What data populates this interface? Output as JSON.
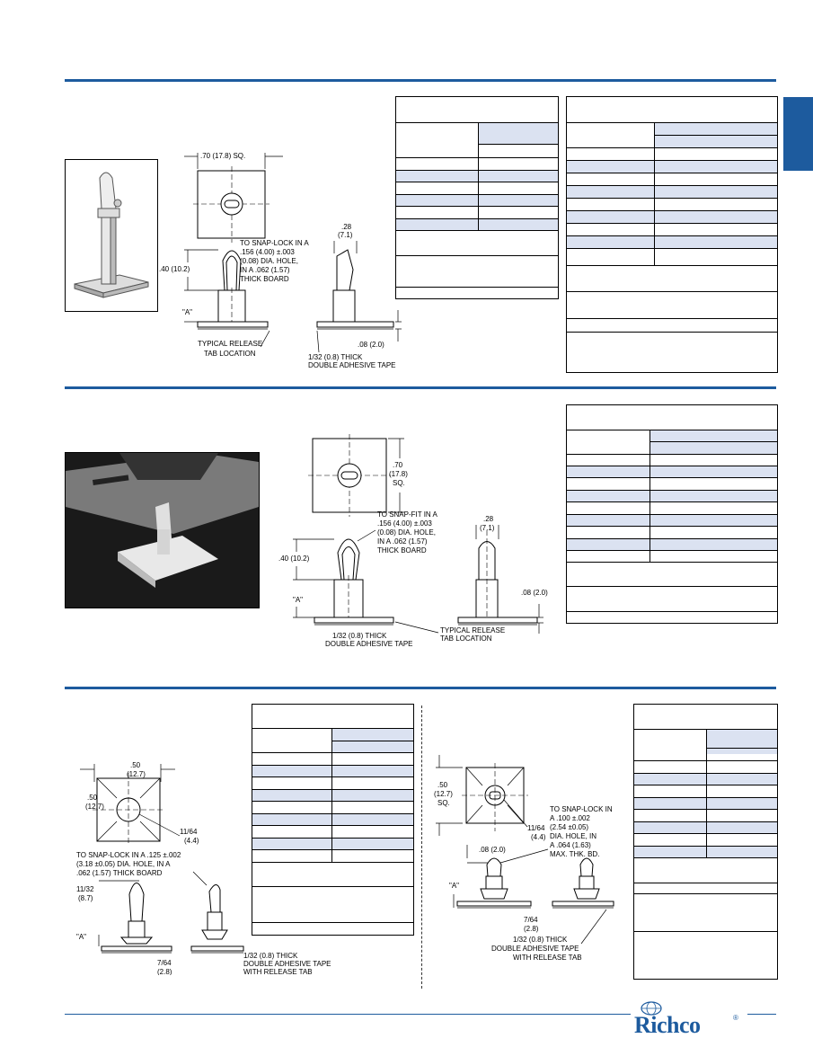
{
  "brand": {
    "name": "Richco",
    "registered": "®"
  },
  "section1": {
    "dims": {
      "square": ".70 (17.8) SQ.",
      "height": ".40 (10.2)",
      "a": "\"A\"",
      "width_top": ".28",
      "width_top_mm": "(7.1)",
      "tape": ".08 (2.0)",
      "note_snap_1": "TO SNAP-LOCK IN A",
      "note_snap_2": ".156 (4.00) ±.003",
      "note_snap_3": "(0.08) DIA. HOLE,",
      "note_snap_4": "IN A .062 (1.57)",
      "note_snap_5": "THICK BOARD",
      "release_1": "TYPICAL RELEASE",
      "release_2": "TAB LOCATION",
      "tape_1": "1/32 (0.8) THICK",
      "tape_2": "DOUBLE ADHESIVE TAPE"
    }
  },
  "section2": {
    "dims": {
      "square_1": ".70",
      "square_2": "(17.8)",
      "square_3": "SQ.",
      "note_snap_1": "TO SNAP-FIT IN A",
      "note_snap_2": ".156 (4.00) ±.003",
      "note_snap_3": "(0.08) DIA. HOLE,",
      "note_snap_4": "IN A .062 (1.57)",
      "note_snap_5": "THICK BOARD",
      "width_top": ".28",
      "width_top_mm": "(7.1)",
      "height": ".40 (10.2)",
      "a": "\"A\"",
      "tape": ".08 (2.0)",
      "tape_1": "1/32 (0.8) THICK",
      "tape_2": "DOUBLE ADHESIVE TAPE",
      "release_1": "TYPICAL RELEASE",
      "release_2": "TAB LOCATION"
    }
  },
  "section3": {
    "dims": {
      "w": ".50",
      "w_mm": "(12.7)",
      "h": ".50",
      "h_mm": "(12.7)",
      "hole": "11/64",
      "hole_mm": "(4.4)",
      "note_1": "TO SNAP-LOCK IN A .125 ±.002",
      "note_2": "(3.18 ±0.05) DIA. HOLE, IN A",
      "note_3": ".062 (1.57) THICK BOARD",
      "height": "11/32",
      "height_mm": "(8.7)",
      "a": "\"A\"",
      "base": "7/64",
      "base_mm": "(2.8)",
      "tape_1": "1/32 (0.8) THICK",
      "tape_2": "DOUBLE ADHESIVE TAPE",
      "tape_3": "WITH RELEASE TAB"
    }
  },
  "section4": {
    "dims": {
      "sq_1": ".50",
      "sq_2": "(12.7)",
      "sq_3": "SQ.",
      "hole": "11/64",
      "hole_mm": "(4.4)",
      "note_1": "TO SNAP-LOCK IN",
      "note_2": "A .100 ±.002",
      "note_3": "(2.54 ±0.05)",
      "note_4": "DIA. HOLE, IN",
      "note_5": "A .064 (1.63)",
      "note_6": "MAX. THK. BD.",
      "top": ".08 (2.0)",
      "a": "\"A\"",
      "base": "7/64",
      "base_mm": "(2.8)",
      "tape_1": "1/32 (0.8) THICK",
      "tape_2": "DOUBLE ADHESIVE TAPE",
      "tape_3": "WITH RELEASE TAB"
    }
  }
}
